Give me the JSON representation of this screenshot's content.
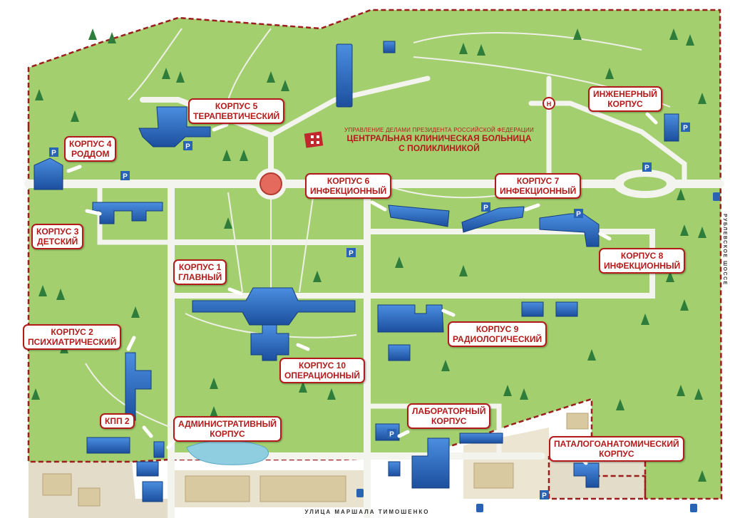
{
  "title": {
    "subtitle": "УПРАВЛЕНИЕ ДЕЛАМИ ПРЕЗИДЕНТА РОССИЙСКОЙ ФЕДЕРАЦИИ",
    "line1": "ЦЕНТРАЛЬНАЯ КЛИНИЧЕСКАЯ БОЛЬНИЦА",
    "line2": "С ПОЛИКЛИНИКОЙ"
  },
  "streets": {
    "bottom": "УЛИЦА МАРШАЛА ТИМОШЕНКО",
    "right": "РУБЛЕВСКОЕ ШОССЕ"
  },
  "buildings": {
    "b5": {
      "line1": "КОРПУС 5",
      "line2": "ТЕРАПЕВТИЧЕСКИЙ"
    },
    "b4": {
      "line1": "КОРПУС 4",
      "line2": "РОДДОМ"
    },
    "b3": {
      "line1": "КОРПУС 3",
      "line2": "ДЕТСКИЙ"
    },
    "b6": {
      "line1": "КОРПУС 6",
      "line2": "ИНФЕКЦИОННЫЙ"
    },
    "b7": {
      "line1": "КОРПУС 7",
      "line2": "ИНФЕКЦИОННЫЙ"
    },
    "b8": {
      "line1": "КОРПУС 8",
      "line2": "ИНФЕКЦИОННЫЙ"
    },
    "eng": {
      "line1": "ИНЖЕНЕРНЫЙ",
      "line2": "КОРПУС"
    },
    "b1": {
      "line1": "КОРПУС 1",
      "line2": "ГЛАВНЫЙ"
    },
    "b2": {
      "line1": "КОРПУС 2",
      "line2": "ПСИХИАТРИЧЕСКИЙ"
    },
    "b9": {
      "line1": "КОРПУС 9",
      "line2": "РАДИОЛОГИЧЕСКИЙ"
    },
    "b10": {
      "line1": "КОРПУС 10",
      "line2": "ОПЕРАЦИОННЫЙ"
    },
    "kpp2": {
      "line1": "КПП 2"
    },
    "admin": {
      "line1": "АДМИНИСТРАТИВНЫЙ",
      "line2": "КОРПУС"
    },
    "lab": {
      "line1": "ЛАБОРАТОРНЫЙ",
      "line2": "КОРПУС"
    },
    "pat": {
      "line1": "ПАТАЛОГОАНАТОМИЧЕСКИЙ",
      "line2": "КОРПУС"
    }
  },
  "map_symbols": {
    "parking": "P",
    "helipad": "H"
  },
  "colors": {
    "grass": "#a3cf6f",
    "road": "#f3f4ee",
    "building": "#2a63b3",
    "label_border": "#b31b1b",
    "boundary": "#9c1d1d"
  }
}
